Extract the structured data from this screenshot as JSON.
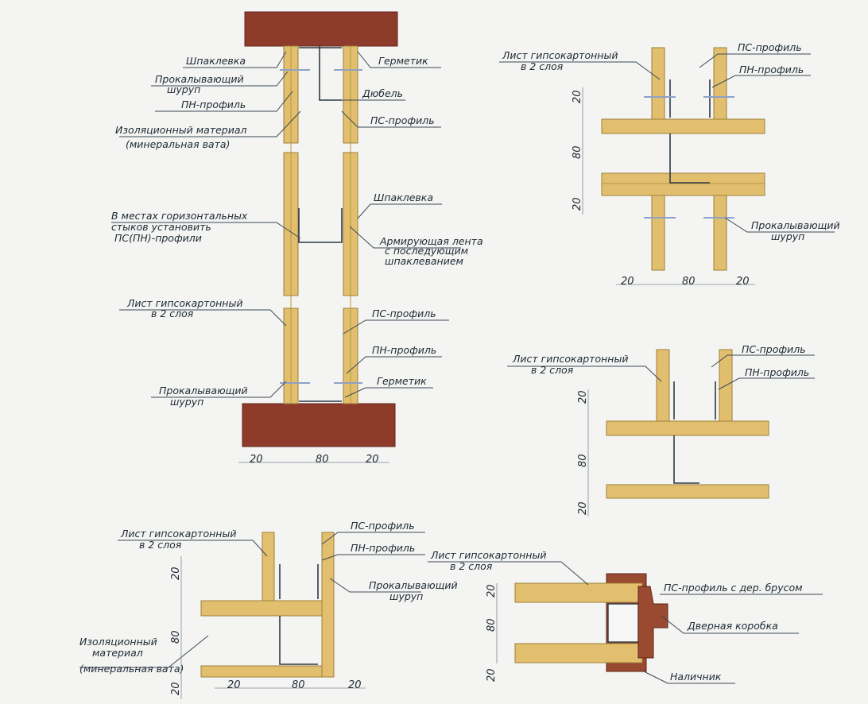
{
  "details": {
    "wall_section": {
      "labels": {
        "shpaklevka_top": "Шпаклевка",
        "screw_1": "Прокалывающий",
        "screw_2": "шуруп",
        "pn_profile": "ПН-профиль",
        "insulation_1": "Изоляционный материал",
        "insulation_2": "(минеральная вата)",
        "hermetic_top": "Герметик",
        "dowel": "Дюбель",
        "ps_profile": "ПС-профиль",
        "joints_1": "В местах горизонтальных",
        "joints_2": "стыков установить",
        "joints_3": "ПС(ПН)-профили",
        "shpaklevka_mid": "Шпаклевка",
        "tape_1": "Армирующая лента",
        "tape_2": "с последующим",
        "tape_3": "шпаклеванием",
        "gkl_1": "Лист гипсокартонный",
        "gkl_2": "в 2 слоя",
        "ps_profile_low": "ПС-профиль",
        "pn_profile_low": "ПН-профиль",
        "hermetic_low": "Герметик",
        "screw_low_1": "Прокалывающий",
        "screw_low_2": "шуруп"
      },
      "dims": [
        "20",
        "80",
        "20"
      ]
    },
    "cross_junction": {
      "labels": {
        "gkl_1": "Лист гипсокартонный",
        "gkl_2": "в 2 слоя",
        "ps_profile": "ПС-профиль",
        "pn_profile": "ПН-профиль",
        "screw_1": "Прокалывающий",
        "screw_2": "шуруп"
      },
      "dims_vertical": [
        "20",
        "80",
        "20"
      ],
      "dims_horizontal": [
        "20",
        "80",
        "20"
      ]
    },
    "t_junction": {
      "labels": {
        "gkl_1": "Лист гипсокартонный",
        "gkl_2": "в 2 слоя",
        "ps_profile": "ПС-профиль",
        "pn_profile": "ПН-профиль"
      },
      "dims_vertical": [
        "20",
        "80",
        "20"
      ]
    },
    "corner_junction": {
      "labels": {
        "gkl_1": "Лист гипсокартонный",
        "gkl_2": "в 2 слоя",
        "ps_profile": "ПС-профиль",
        "pn_profile": "ПН-профиль",
        "screw_1": "Прокалывающий",
        "screw_2": "шуруп",
        "insulation_1": "Изоляционный",
        "insulation_2": "материал",
        "insulation_3": "(минеральная вата)"
      },
      "dims_vertical": [
        "20",
        "80",
        "20"
      ],
      "dims_horizontal": [
        "20",
        "80",
        "20"
      ]
    },
    "door_junction": {
      "labels": {
        "gkl_1": "Лист гипсокартонный",
        "gkl_2": "в 2 слоя",
        "ps_wood": "ПС-профиль с дер. брусом",
        "door_frame": "Дверная коробка",
        "casing": "Наличник"
      },
      "dims_vertical": [
        "20",
        "80",
        "20"
      ]
    }
  },
  "colors": {
    "board": "#e2bf6e",
    "brick": "#8e3b2c",
    "line": "#1e2a33"
  }
}
